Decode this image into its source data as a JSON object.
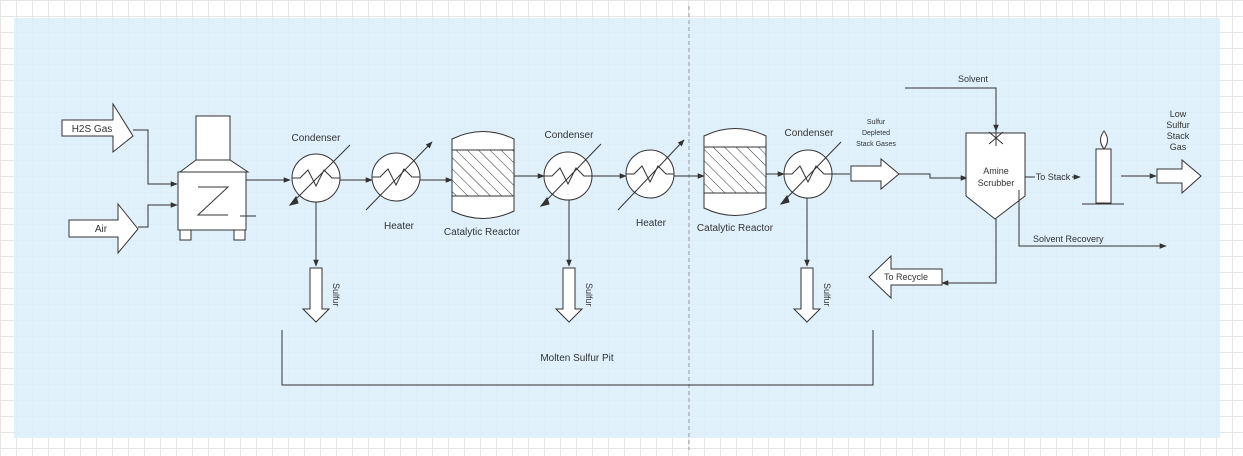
{
  "diagram": {
    "feeds": {
      "h2s_gas": "H2S Gas",
      "air": "Air"
    },
    "condenser_1": "Condenser",
    "condenser_2": "Condenser",
    "condenser_3": "Condenser",
    "heater_1": "Heater",
    "heater_2": "Heater",
    "reactor_1": "Catalytic Reactor",
    "reactor_2": "Catalytic Reactor",
    "sulfur_1": "Sulfur",
    "sulfur_2": "Sulfur",
    "sulfur_3": "Sulfur",
    "pit": "Molten Sulfur Pit",
    "depleted": {
      "line1": "Sulfur",
      "line2": "Depleted",
      "line3": "Stack Gases"
    },
    "solvent": "Solvent",
    "scrubber": {
      "line1": "Amine",
      "line2": "Scrubber"
    },
    "to_stack": "To Stack",
    "solvent_recovery": "Solvent Recovery",
    "to_recycle": "To Recycle",
    "product": {
      "line1": "Low",
      "line2": "Sulfur",
      "line3": "Stack",
      "line4": "Gas"
    }
  },
  "colors": {
    "page_background": "#dbeefb",
    "stroke": "#333333",
    "grid": "#e6e6e6"
  }
}
